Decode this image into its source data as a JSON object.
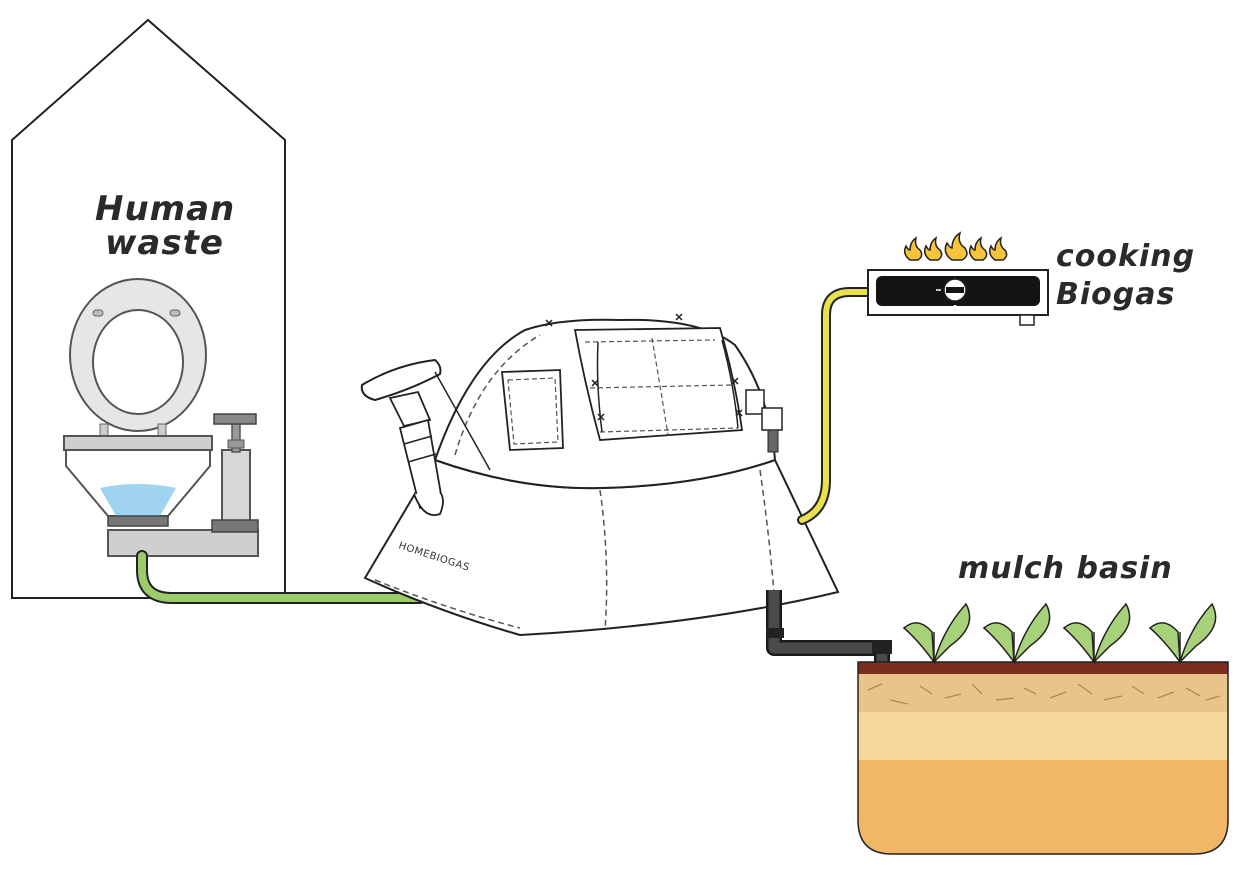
{
  "labels": {
    "human_waste_line1": "Human",
    "human_waste_line2": "waste",
    "cooking_line1": "cooking",
    "cooking_line2": "Biogas",
    "mulch_basin": "mulch basin",
    "brand": "HOMEBIOGAS"
  },
  "colors": {
    "green_pipe": "#9ccc6a",
    "yellow_gas_pipe": "#e8e14a",
    "black_pipe": "#3a3a3a",
    "water": "#9fd3ef",
    "soil_top": "#7a2e1e",
    "soil_sand": "#f5d79b",
    "soil_orange": "#f0b766",
    "flame": "#f6c33a",
    "leaf": "#a8d27a"
  }
}
